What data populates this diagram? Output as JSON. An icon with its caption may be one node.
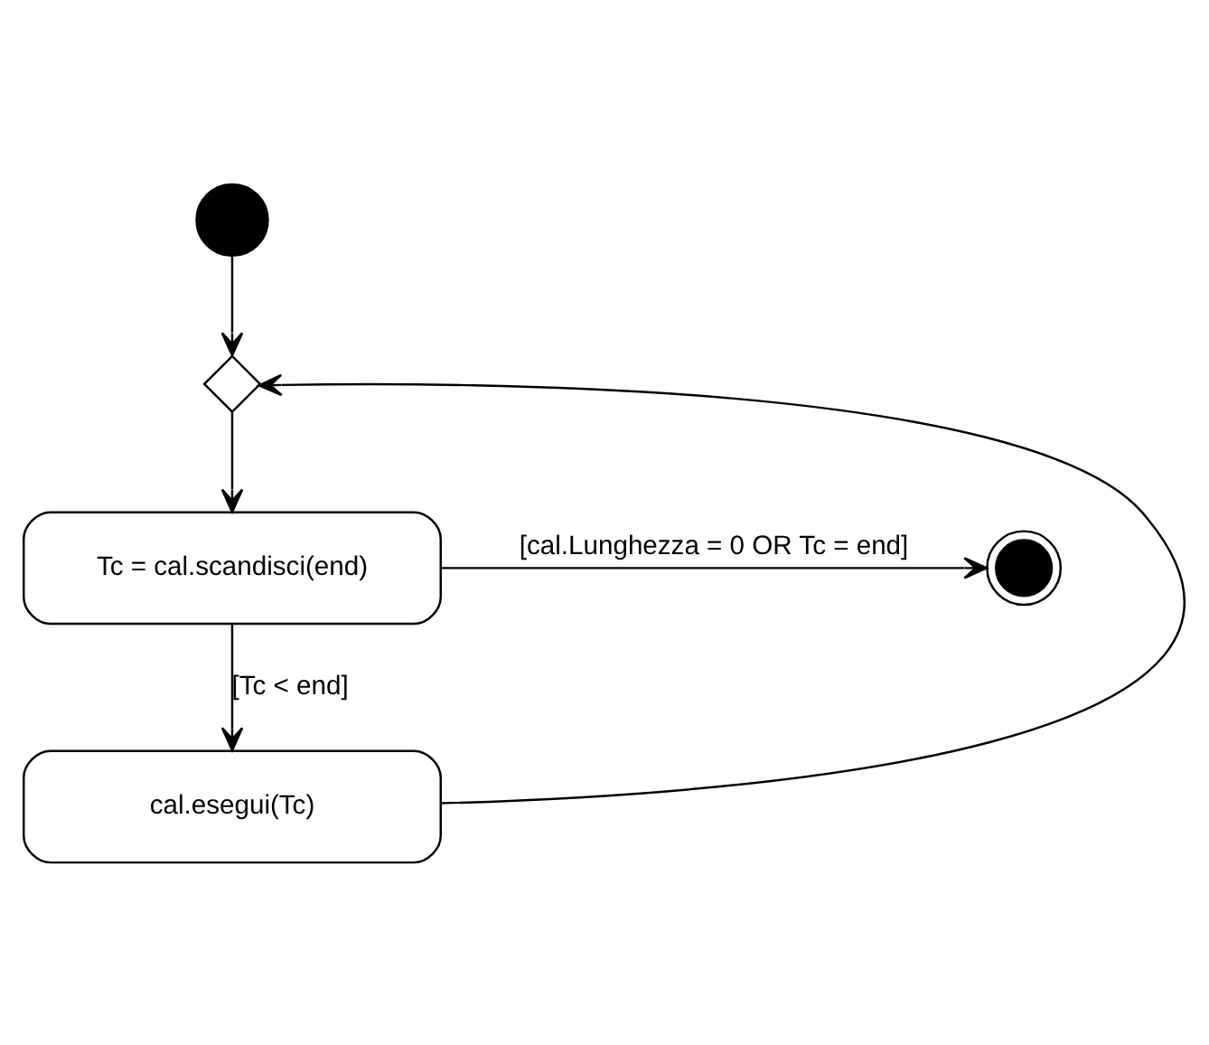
{
  "diagram": {
    "nodes": [
      {
        "text": [],
        "shape": "circle"
      },
      {
        "text": [],
        "shape": "diamond"
      },
      {
        "text": [
          "Tc = cal.scandisci(end)"
        ]
      },
      {
        "text": [],
        "shape": "bullseye"
      },
      {
        "text": [
          "cal.esegui(Tc)"
        ]
      }
    ],
    "edges": [
      {
        "from": 0,
        "to": 1,
        "arrow": "to"
      },
      {
        "from": 1,
        "to": 2,
        "arrow": "to"
      },
      {
        "from": 2,
        "to": 3,
        "arrow": "to",
        "label": "[cal.Lunghezza = 0 OR Tc = end]"
      },
      {
        "from": 2,
        "to": 4,
        "arrow": "to",
        "label": "[Tc < end]"
      },
      {
        "from": 4,
        "to": 1,
        "arrow": "to"
      }
    ]
  }
}
